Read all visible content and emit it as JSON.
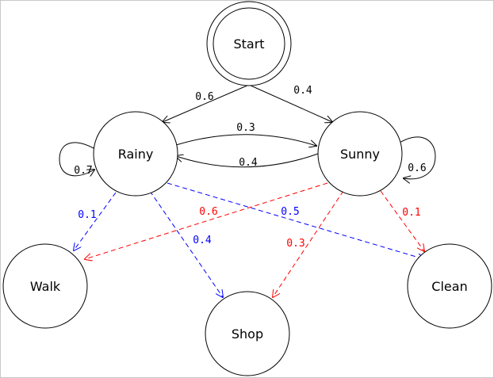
{
  "nodes": {
    "start": {
      "label": "Start"
    },
    "rainy": {
      "label": "Rainy"
    },
    "sunny": {
      "label": "Sunny"
    },
    "walk": {
      "label": "Walk"
    },
    "shop": {
      "label": "Shop"
    },
    "clean": {
      "label": "Clean"
    }
  },
  "edges": {
    "start_rainy": {
      "label": "0.6"
    },
    "start_sunny": {
      "label": "0.4"
    },
    "rainy_sunny": {
      "label": "0.3"
    },
    "sunny_rainy": {
      "label": "0.4"
    },
    "rainy_rainy": {
      "label": "0.7"
    },
    "sunny_sunny": {
      "label": "0.6"
    },
    "rainy_walk": {
      "label": "0.1"
    },
    "rainy_shop": {
      "label": "0.4"
    },
    "rainy_clean": {
      "label": "0.5"
    },
    "sunny_walk": {
      "label": "0.6"
    },
    "sunny_shop": {
      "label": "0.3"
    },
    "sunny_clean": {
      "label": "0.1"
    }
  },
  "colors": {
    "transition": "#000000",
    "rainy_emission": "#0000ff",
    "sunny_emission": "#ff0000"
  }
}
